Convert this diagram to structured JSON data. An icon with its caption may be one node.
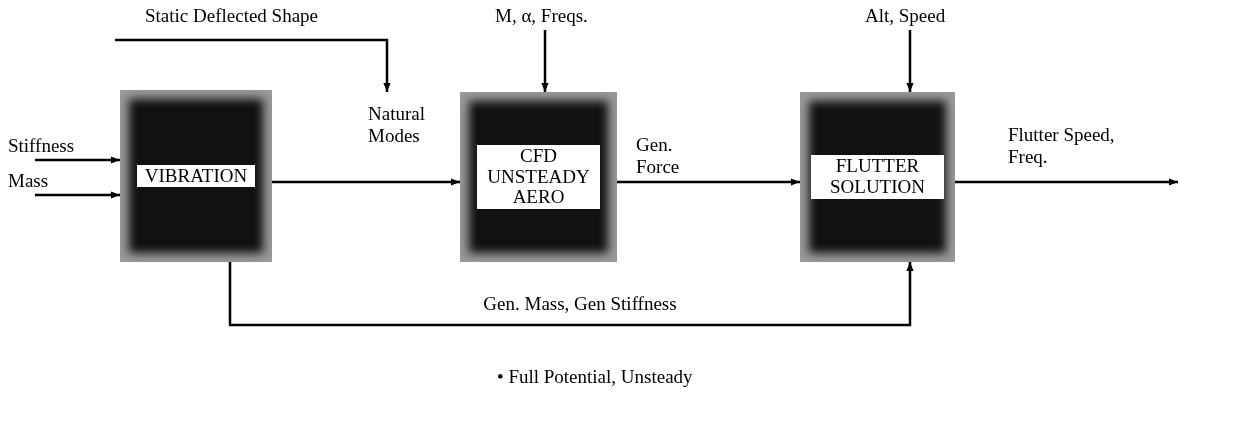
{
  "diagram": {
    "nodes": [
      {
        "text": [
          "VIBRATION"
        ]
      },
      {
        "text": [
          "CFD UNSTEADY AERO"
        ]
      },
      {
        "text": [
          "FLUTTER SOLUTION"
        ]
      },
      {
        "text": [
          "Stiffness"
        ]
      },
      {
        "text": [
          "Mass"
        ]
      },
      {
        "text": [
          "Static Deflected Shape"
        ]
      },
      {
        "text": [
          "M, α, Freqs."
        ]
      },
      {
        "text": [
          "Alt, Speed"
        ]
      }
    ],
    "edges": [
      {
        "from": 3,
        "to": 0,
        "arrow": "to"
      },
      {
        "from": 4,
        "to": 0,
        "arrow": "to"
      },
      {
        "from": 5,
        "to": 1,
        "arrow": "to"
      },
      {
        "from": 6,
        "to": 1,
        "arrow": "to"
      },
      {
        "from": 7,
        "to": 2,
        "arrow": "to"
      },
      {
        "from": 0,
        "to": 1,
        "arrow": "to",
        "label": "Natural Modes"
      },
      {
        "from": 1,
        "to": 2,
        "arrow": "to",
        "label": "Gen. Force"
      },
      {
        "from": 2,
        "to": null,
        "arrow": "to",
        "label": "Flutter Speed, Freq."
      },
      {
        "from": 0,
        "to": 2,
        "arrow": "to",
        "label": "Gen. Mass,  Gen Stiffness"
      }
    ],
    "labels": [
      "• Full Potential, Unsteady"
    ]
  }
}
